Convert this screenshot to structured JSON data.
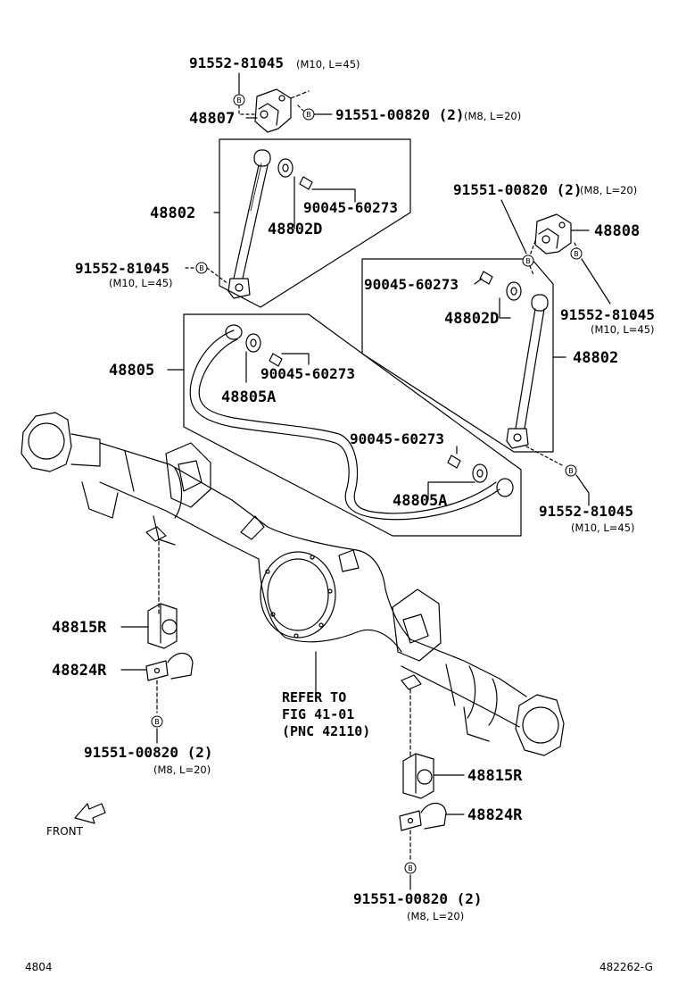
{
  "labels": {
    "p1": "91552-81045",
    "p1s": "(M10, L=45)",
    "p2": "48807",
    "p3": "91551-00820 (2)",
    "p3s": "(M8, L=20)",
    "p4": "48802",
    "p5": "90045-60273",
    "p6": "48802D",
    "p7": "91552-81045",
    "p7s": "(M10, L=45)",
    "p8": "91551-00820 (2)",
    "p8s": "(M8, L=20)",
    "p9": "48808",
    "p10": "90045-60273",
    "p11": "48802D",
    "p12": "91552-81045",
    "p12s": "(M10, L=45)",
    "p13": "48805",
    "p14": "90045-60273",
    "p15": "48805A",
    "p16": "48802",
    "p17": "90045-60273",
    "p18": "48805A",
    "p19": "91552-81045",
    "p19s": "(M10, L=45)",
    "p20": "48815R",
    "p21": "48824R",
    "p22": "91551-00820 (2)",
    "p22s": "(M8, L=20)",
    "ref1": "REFER TO",
    "ref2": "FIG 41-01",
    "ref3": "(PNC 42110)",
    "p23": "48815R",
    "p24": "48824R",
    "p25": "91551-00820 (2)",
    "p25s": "(M8, L=20)",
    "front": "FRONT",
    "footer_left": "4804",
    "footer_right": "482262-G",
    "bolt_marker": "B"
  }
}
